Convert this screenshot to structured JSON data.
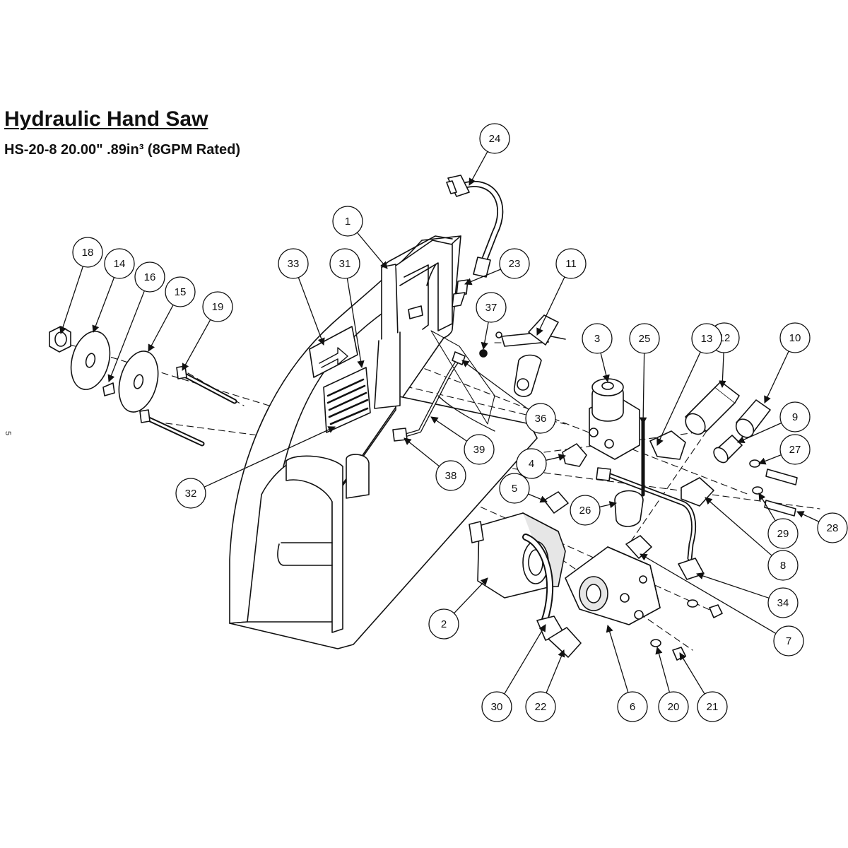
{
  "title": "Hydraulic Hand Saw",
  "subtitle": "HS-20-8  20.00\" .89in³ (8GPM Rated)",
  "page_number": "5",
  "colors": {
    "line": "#111111",
    "fill": "#ffffff",
    "shade": "#e6e6e6"
  },
  "callouts": [
    "1",
    "2",
    "3",
    "4",
    "5",
    "6",
    "7",
    "8",
    "9",
    "10",
    "11",
    "12",
    "13",
    "14",
    "15",
    "16",
    "18",
    "19",
    "20",
    "21",
    "22",
    "23",
    "24",
    "25",
    "26",
    "27",
    "28",
    "29",
    "30",
    "31",
    "32",
    "33",
    "34",
    "36",
    "37",
    "38",
    "39"
  ]
}
